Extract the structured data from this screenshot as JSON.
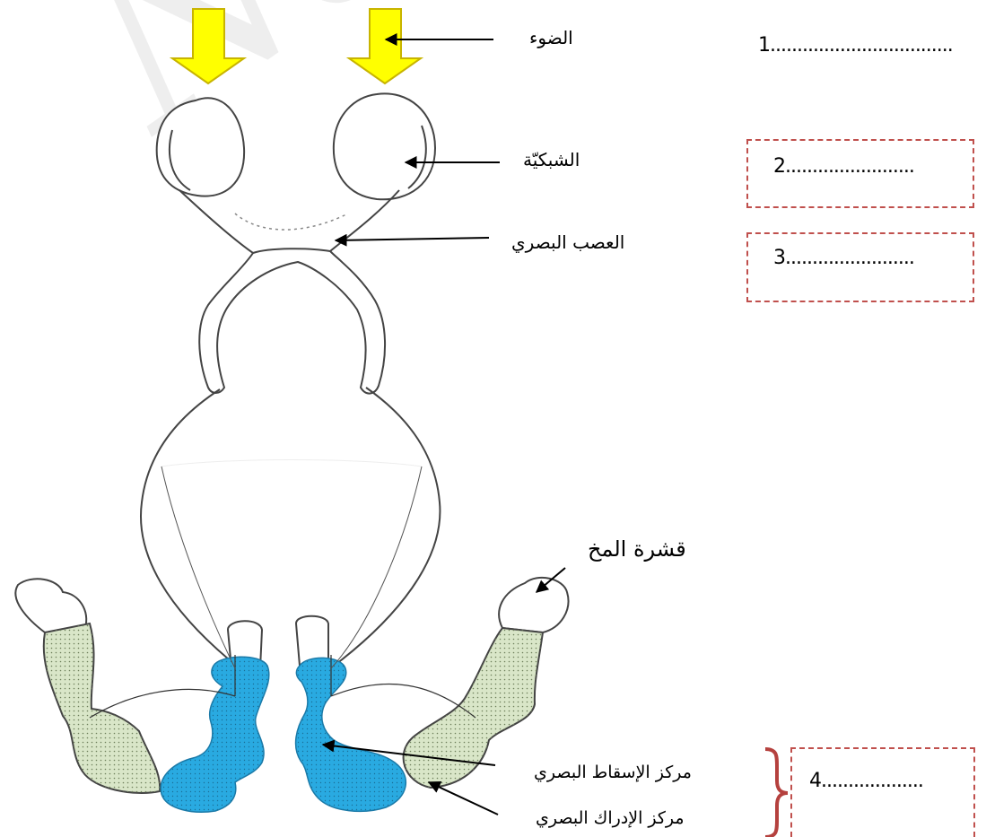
{
  "watermark": "Netsc",
  "labels": {
    "light": "الضوء",
    "retina": "الشبكيّة",
    "optic_nerve": "العصب البصري",
    "cortex": "قشرة المخ",
    "projection_center": "مركز الإسقاط البصري",
    "perception_center": "مركز الإدراك البصري"
  },
  "answers": [
    {
      "text": "1.................................."
    },
    {
      "text": "2........................"
    },
    {
      "text": "3........................"
    },
    {
      "text": "4..................."
    }
  ],
  "colors": {
    "arrow_fill": "#ffff00",
    "arrow_stroke": "#c8b400",
    "projection_fill": "#29aae1",
    "perception_fill": "#d9e6c8",
    "dashed_box": "#c0504d",
    "brace": "#b5413e"
  }
}
